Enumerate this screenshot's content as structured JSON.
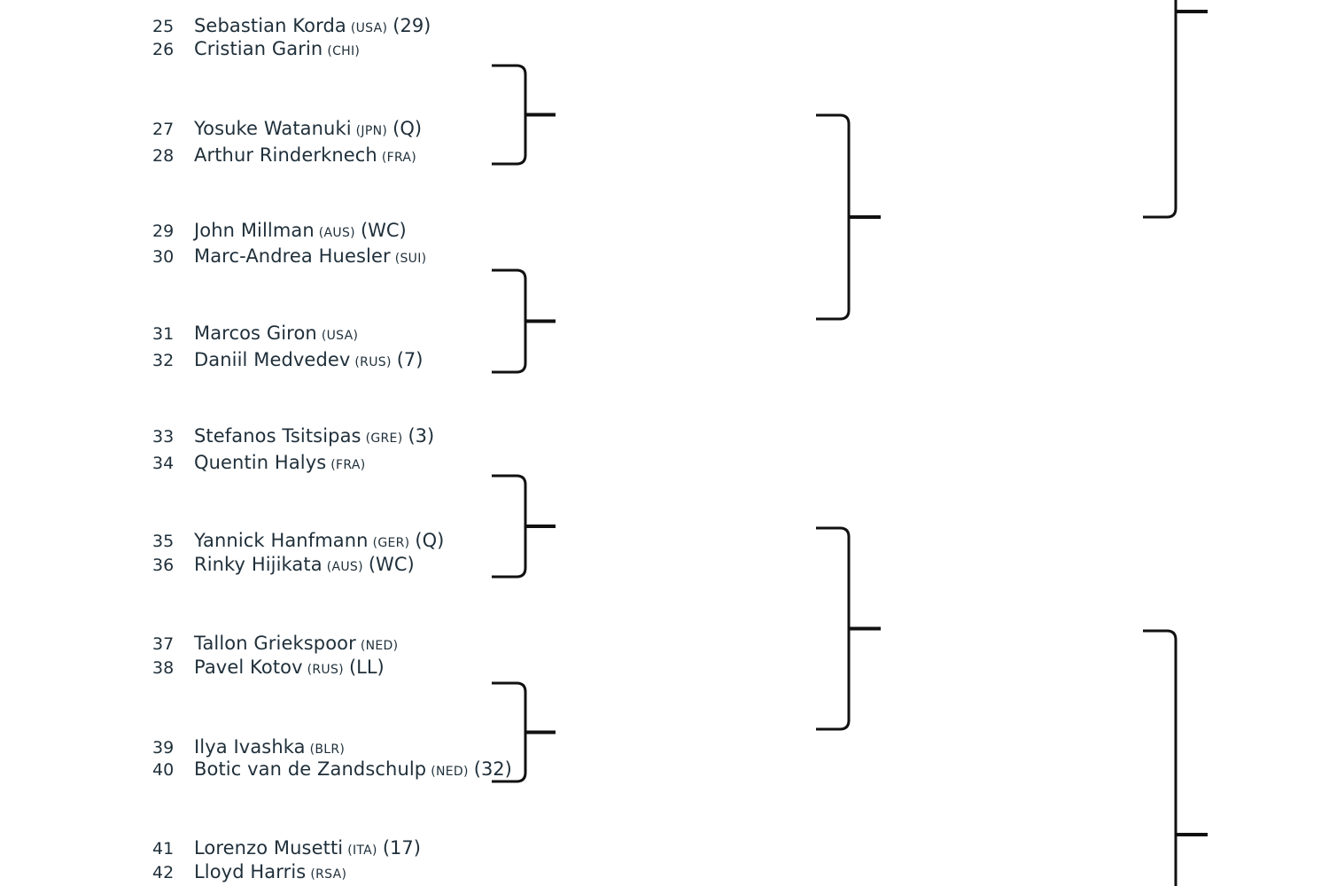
{
  "players": [
    {
      "seed": "25",
      "name": "Sebastian Korda",
      "country": "(USA)",
      "tag": "(29)"
    },
    {
      "seed": "26",
      "name": "Cristian Garin",
      "country": "(CHI)",
      "tag": ""
    },
    {
      "seed": "27",
      "name": "Yosuke Watanuki",
      "country": "(JPN)",
      "tag": "(Q)"
    },
    {
      "seed": "28",
      "name": "Arthur Rinderknech",
      "country": "(FRA)",
      "tag": ""
    },
    {
      "seed": "29",
      "name": "John Millman",
      "country": "(AUS)",
      "tag": "(WC)"
    },
    {
      "seed": "30",
      "name": "Marc-Andrea Huesler",
      "country": "(SUI)",
      "tag": ""
    },
    {
      "seed": "31",
      "name": "Marcos Giron",
      "country": "(USA)",
      "tag": ""
    },
    {
      "seed": "32",
      "name": "Daniil Medvedev",
      "country": "(RUS)",
      "tag": "(7)"
    },
    {
      "seed": "33",
      "name": "Stefanos Tsitsipas",
      "country": "(GRE)",
      "tag": "(3)"
    },
    {
      "seed": "34",
      "name": "Quentin Halys",
      "country": "(FRA)",
      "tag": ""
    },
    {
      "seed": "35",
      "name": "Yannick Hanfmann",
      "country": "(GER)",
      "tag": "(Q)"
    },
    {
      "seed": "36",
      "name": "Rinky Hijikata",
      "country": "(AUS)",
      "tag": "(WC)"
    },
    {
      "seed": "37",
      "name": "Tallon Griekspoor",
      "country": "(NED)",
      "tag": ""
    },
    {
      "seed": "38",
      "name": "Pavel Kotov",
      "country": "(RUS)",
      "tag": "(LL)"
    },
    {
      "seed": "39",
      "name": "Ilya Ivashka",
      "country": "(BLR)",
      "tag": ""
    },
    {
      "seed": "40",
      "name": "Botic van de Zandschulp",
      "country": "(NED)",
      "tag": "(32)"
    },
    {
      "seed": "41",
      "name": "Lorenzo Musetti",
      "country": "(ITA)",
      "tag": "(17)"
    },
    {
      "seed": "42",
      "name": "Lloyd Harris",
      "country": "(RSA)",
      "tag": ""
    }
  ],
  "colors": {
    "text": "#1f2f3a",
    "bracket": "#111111"
  }
}
